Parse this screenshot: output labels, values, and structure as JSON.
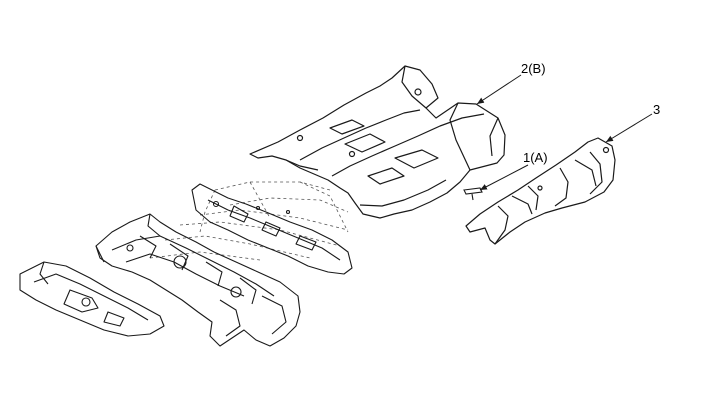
{
  "callouts": {
    "part_2b": "2(B)",
    "part_3": "3",
    "part_1a": "1(A)"
  },
  "colors": {
    "line": "#1a1a1a",
    "background": "#ffffff",
    "hidden_line": "#555555"
  },
  "icons": [
    "carpet-shape",
    "console-panel-shape",
    "clip-fastener",
    "floor-pan-shape",
    "exploded-guide-lines"
  ]
}
